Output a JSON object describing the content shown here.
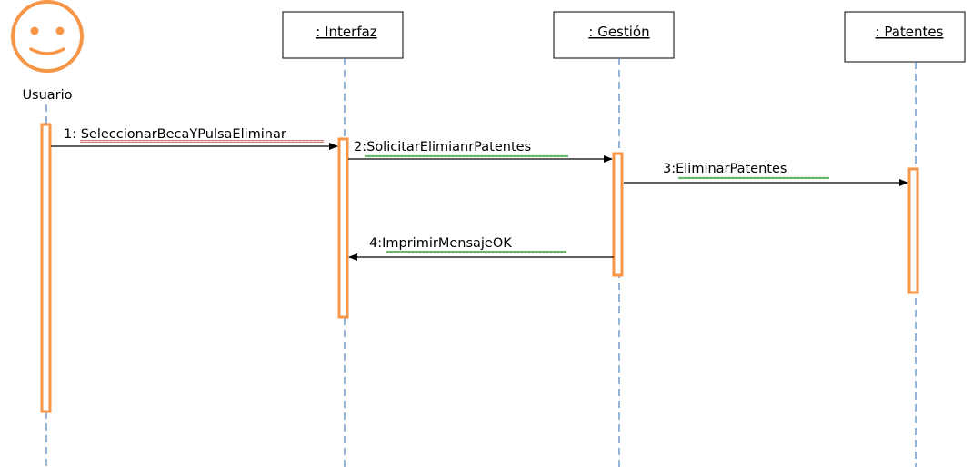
{
  "actor": {
    "name": "Usuario"
  },
  "objects": [
    {
      "id": "interfaz",
      "label": ": Interfaz"
    },
    {
      "id": "gestion",
      "label": ": Gestión"
    },
    {
      "id": "patentes",
      "label": ": Patentes"
    }
  ],
  "messages": [
    {
      "label": "1: SeleccionarBecaYPulsaEliminar",
      "from": "Usuario",
      "to": ": Interfaz"
    },
    {
      "label": "2:SolicitarElimianrPatentes",
      "from": ": Interfaz",
      "to": ": Gestión"
    },
    {
      "label": "3:EliminarPatentes",
      "from": ": Gestión",
      "to": ": Patentes"
    },
    {
      "label": "4:ImprimirMensajeOK",
      "from": ": Gestión",
      "to": ": Interfaz"
    }
  ],
  "colors": {
    "actor": "#f79646",
    "activation": "#f79646",
    "lifeline": "#4f81bd",
    "message_underline_red": "#c0504d",
    "message_underline_green": "#3ba13b"
  }
}
